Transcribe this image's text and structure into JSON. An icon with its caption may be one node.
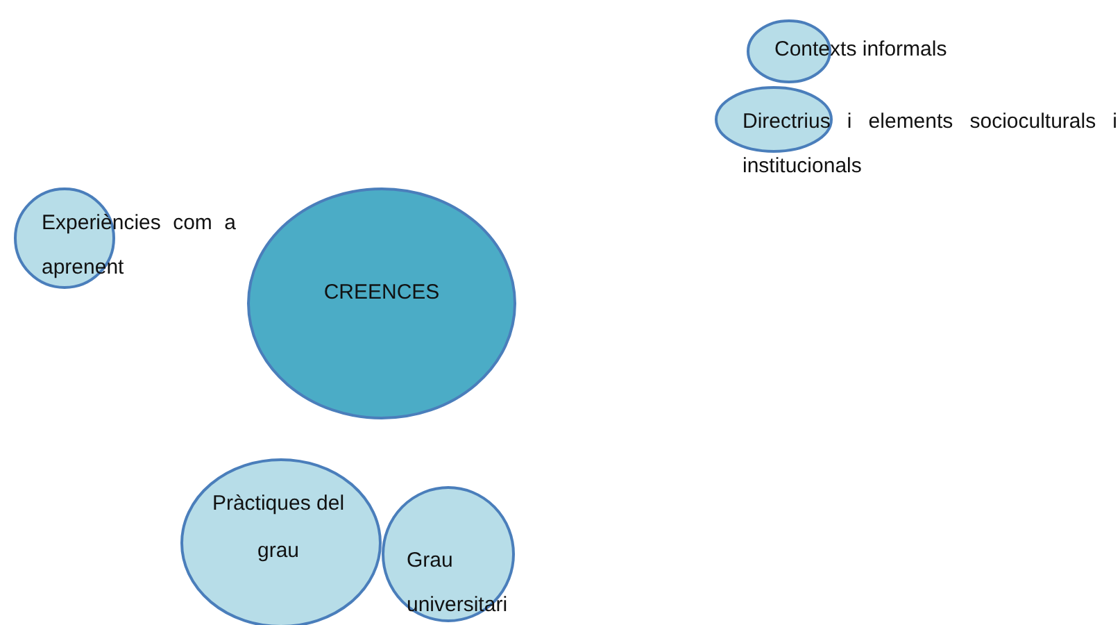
{
  "diagram": {
    "nodes": [
      {
        "text": [
          "Contexts informals"
        ]
      },
      {
        "text": [
          "Directrius i elements socioculturals i institucionals"
        ]
      },
      {
        "text": [
          "Experiències com a aprenent"
        ]
      },
      {
        "text": [
          "CREENCES"
        ]
      },
      {
        "text": [
          "Pràctiques del grau"
        ]
      },
      {
        "text": [
          "Grau universitari"
        ]
      }
    ]
  }
}
